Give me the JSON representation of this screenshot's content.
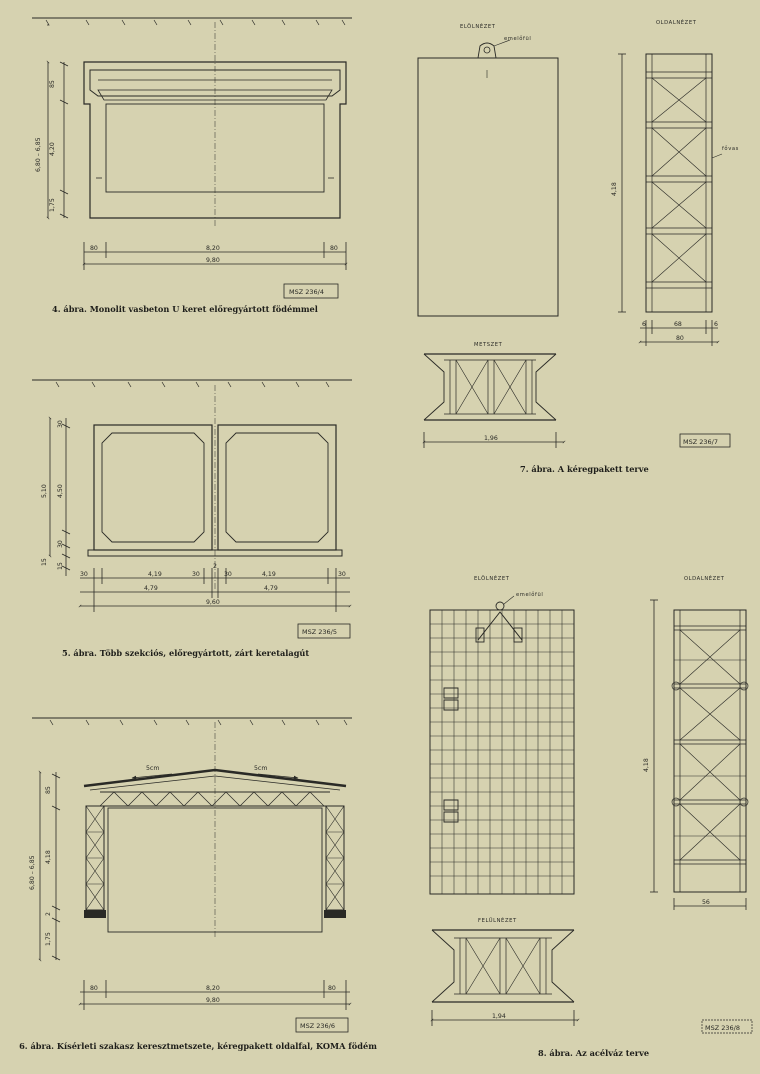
{
  "fig4": {
    "caption": "4. ábra. Monolit vasbeton U keret előregyártott födémmel",
    "dims": {
      "v1": "85",
      "v2": "4,20",
      "v3": "1,75",
      "vtotal": "6,80 – 6,85",
      "h1": "80",
      "h2": "8,20",
      "h3": "80",
      "htotal": "9,80"
    },
    "std": "MSZ 236/4"
  },
  "fig5": {
    "caption": "5. ábra. Több szekciós, előregyártott, zárt keretalagút",
    "dims": {
      "v1": "30",
      "v2": "4,50",
      "v3": "30",
      "vtotal": "5,10",
      "v4": "15",
      "v5": "15",
      "h1": "30",
      "h2": "4,19",
      "h3": "30",
      "h4": "2",
      "h5": "30",
      "h6": "4,19",
      "h7": "30",
      "h8": "4,79",
      "h9": "4,79",
      "htotal": "9,60"
    },
    "std": "MSZ 236/5"
  },
  "fig6": {
    "caption": "6. ábra. Kísérleti szakasz keresztmetszete, kéregpakett oldalfal, KOMA födém",
    "slope_left": "5cm",
    "slope_right": "5cm",
    "dims": {
      "v1": "85",
      "v2": "4,18",
      "v3": "2",
      "v4": "1,75",
      "vtotal": "6,80 – 6,85",
      "h1": "80",
      "h2": "8,20",
      "h3": "80",
      "htotal": "9,80"
    },
    "std": "MSZ 236/6"
  },
  "fig7": {
    "caption": "7. ábra. A kéregpakett terve",
    "front_label": "ELÖLNÉZET",
    "side_label": "OLDALNÉZET",
    "section_label": "METSZET",
    "lifting_eye": "emelőfül",
    "chord": "fővas",
    "dims": {
      "height": "4,18",
      "w1": "6",
      "w2": "68",
      "w3": "6",
      "wtotal": "80",
      "section_width": "1,96"
    },
    "std": "MSZ 236/7"
  },
  "fig8": {
    "caption": "8. ábra. Az acélváz terve",
    "front_label": "ELÖLNÉZET",
    "side_label": "OLDALNÉZET",
    "plan_label": "FELÜLNÉZET",
    "lifting_eye": "emelőfül",
    "dims": {
      "height": "4,18",
      "side_width": "56",
      "plan_width": "1,94"
    },
    "std": "MSZ 236/8"
  }
}
